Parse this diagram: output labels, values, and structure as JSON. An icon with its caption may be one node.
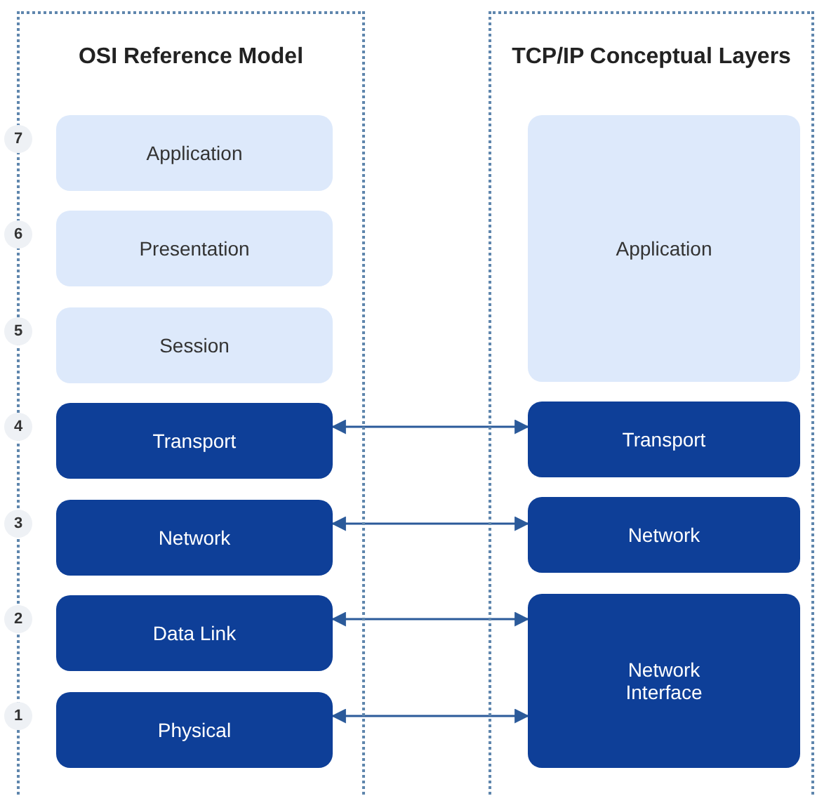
{
  "diagram": {
    "nodes": [
      {
        "text": [
          "OSI Reference Model"
        ]
      },
      {
        "text": [
          "Application"
        ],
        "in": 0
      },
      {
        "text": [
          "Presentation"
        ],
        "in": 0
      },
      {
        "text": [
          "Session"
        ],
        "in": 0
      },
      {
        "text": [
          "Transport"
        ],
        "in": 0
      },
      {
        "text": [
          "Network"
        ],
        "in": 0
      },
      {
        "text": [
          "Data Link"
        ],
        "in": 0
      },
      {
        "text": [
          "Physical"
        ],
        "in": 0
      },
      {
        "text": [
          "TCP/IP Conceptual Layers"
        ]
      },
      {
        "text": [
          "Application"
        ],
        "in": 8
      },
      {
        "text": [
          "Transport"
        ],
        "in": 8
      },
      {
        "text": [
          "Network"
        ],
        "in": 8
      },
      {
        "text": [
          "Network Interface"
        ],
        "in": 8
      }
    ],
    "edges": [
      {
        "from": 4,
        "to": 10,
        "arrow": "both"
      },
      {
        "from": 5,
        "to": 11,
        "arrow": "both"
      },
      {
        "from": 6,
        "to": 12,
        "arrow": "both"
      },
      {
        "from": 7,
        "to": 12,
        "arrow": "both"
      }
    ],
    "labels": [
      "7",
      "6",
      "5",
      "4",
      "3",
      "2",
      "1"
    ]
  }
}
